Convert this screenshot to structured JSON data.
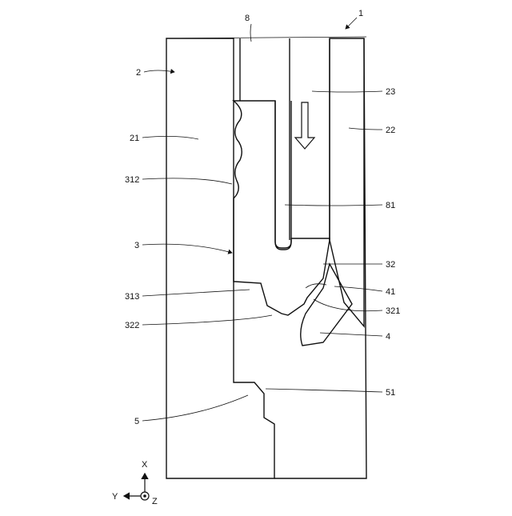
{
  "labels": {
    "l1": "1",
    "l2": "2",
    "l8": "8",
    "l21": "21",
    "l22": "22",
    "l23": "23",
    "l312": "312",
    "l81": "81",
    "l3": "3",
    "l32": "32",
    "l313": "313",
    "l41": "41",
    "l321": "321",
    "l322": "322",
    "l4": "4",
    "l51": "51",
    "l5": "5"
  },
  "axes": {
    "x": "X",
    "y": "Y",
    "z": "Z"
  }
}
